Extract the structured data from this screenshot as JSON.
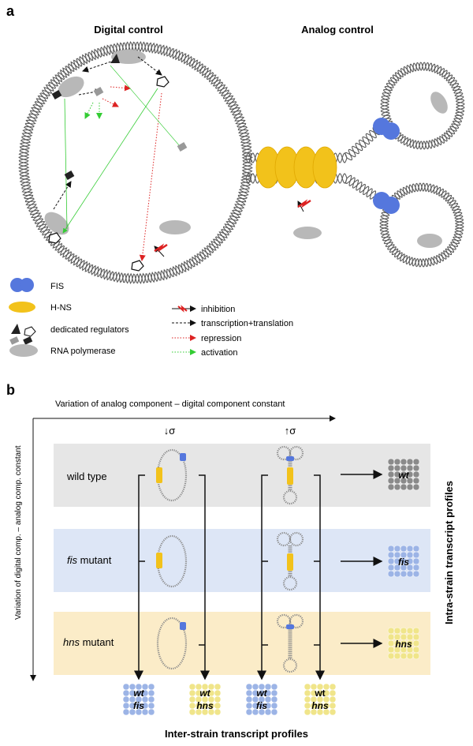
{
  "panel_a": {
    "letter": "a",
    "digital_title": "Digital control",
    "analog_title": "Analog control",
    "legend": {
      "fis": "FIS",
      "hns": "H-NS",
      "regulators": "dedicated regulators",
      "rnap": "RNA polymerase",
      "inhibition": "inhibition",
      "transcription": "transcription+translation",
      "repression": "repression",
      "activation": "activation"
    }
  },
  "panel_b": {
    "letter": "b",
    "x_axis": "Variation of analog component – digital component constant",
    "y_axis": "Variation of digital comp. – analog comp. constant",
    "sigma_down": "↓σ",
    "sigma_up": "↑σ",
    "rows": [
      {
        "label": "wild type",
        "italic": "",
        "rest": "wild type",
        "profile": "wt",
        "color": "#e6e6e6",
        "dot": "#8a8a8a"
      },
      {
        "label": "fis mutant",
        "italic": "fis",
        "rest": " mutant",
        "profile": "fis",
        "color": "#dde6f6",
        "dot": "#9cb4e6"
      },
      {
        "label": "hns mutant",
        "italic": "hns",
        "rest": " mutant",
        "profile": "hns",
        "color": "#fbecc8",
        "dot": "#f0e58a"
      }
    ],
    "right_title": "Intra-strain transcript profiles",
    "bottom_title": "Inter-strain transcript profiles",
    "bottom_profiles": [
      {
        "top": "wt",
        "bottom": "fis",
        "dot": "#9cb4e6"
      },
      {
        "top": "wt",
        "bottom": "hns",
        "dot": "#f0e58a"
      },
      {
        "top": "wt",
        "bottom": "fis",
        "dot": "#9cb4e6"
      },
      {
        "top": "wt",
        "bottom": "hns",
        "dot": "#f0e58a"
      }
    ]
  },
  "colors": {
    "fis": "#5577dd",
    "hns": "#f2c21b",
    "dna": "#5a5a5a",
    "rnap": "#b8b8b8",
    "activation": "#33cc33",
    "repression": "#dd2222",
    "transcription": "#111111"
  }
}
